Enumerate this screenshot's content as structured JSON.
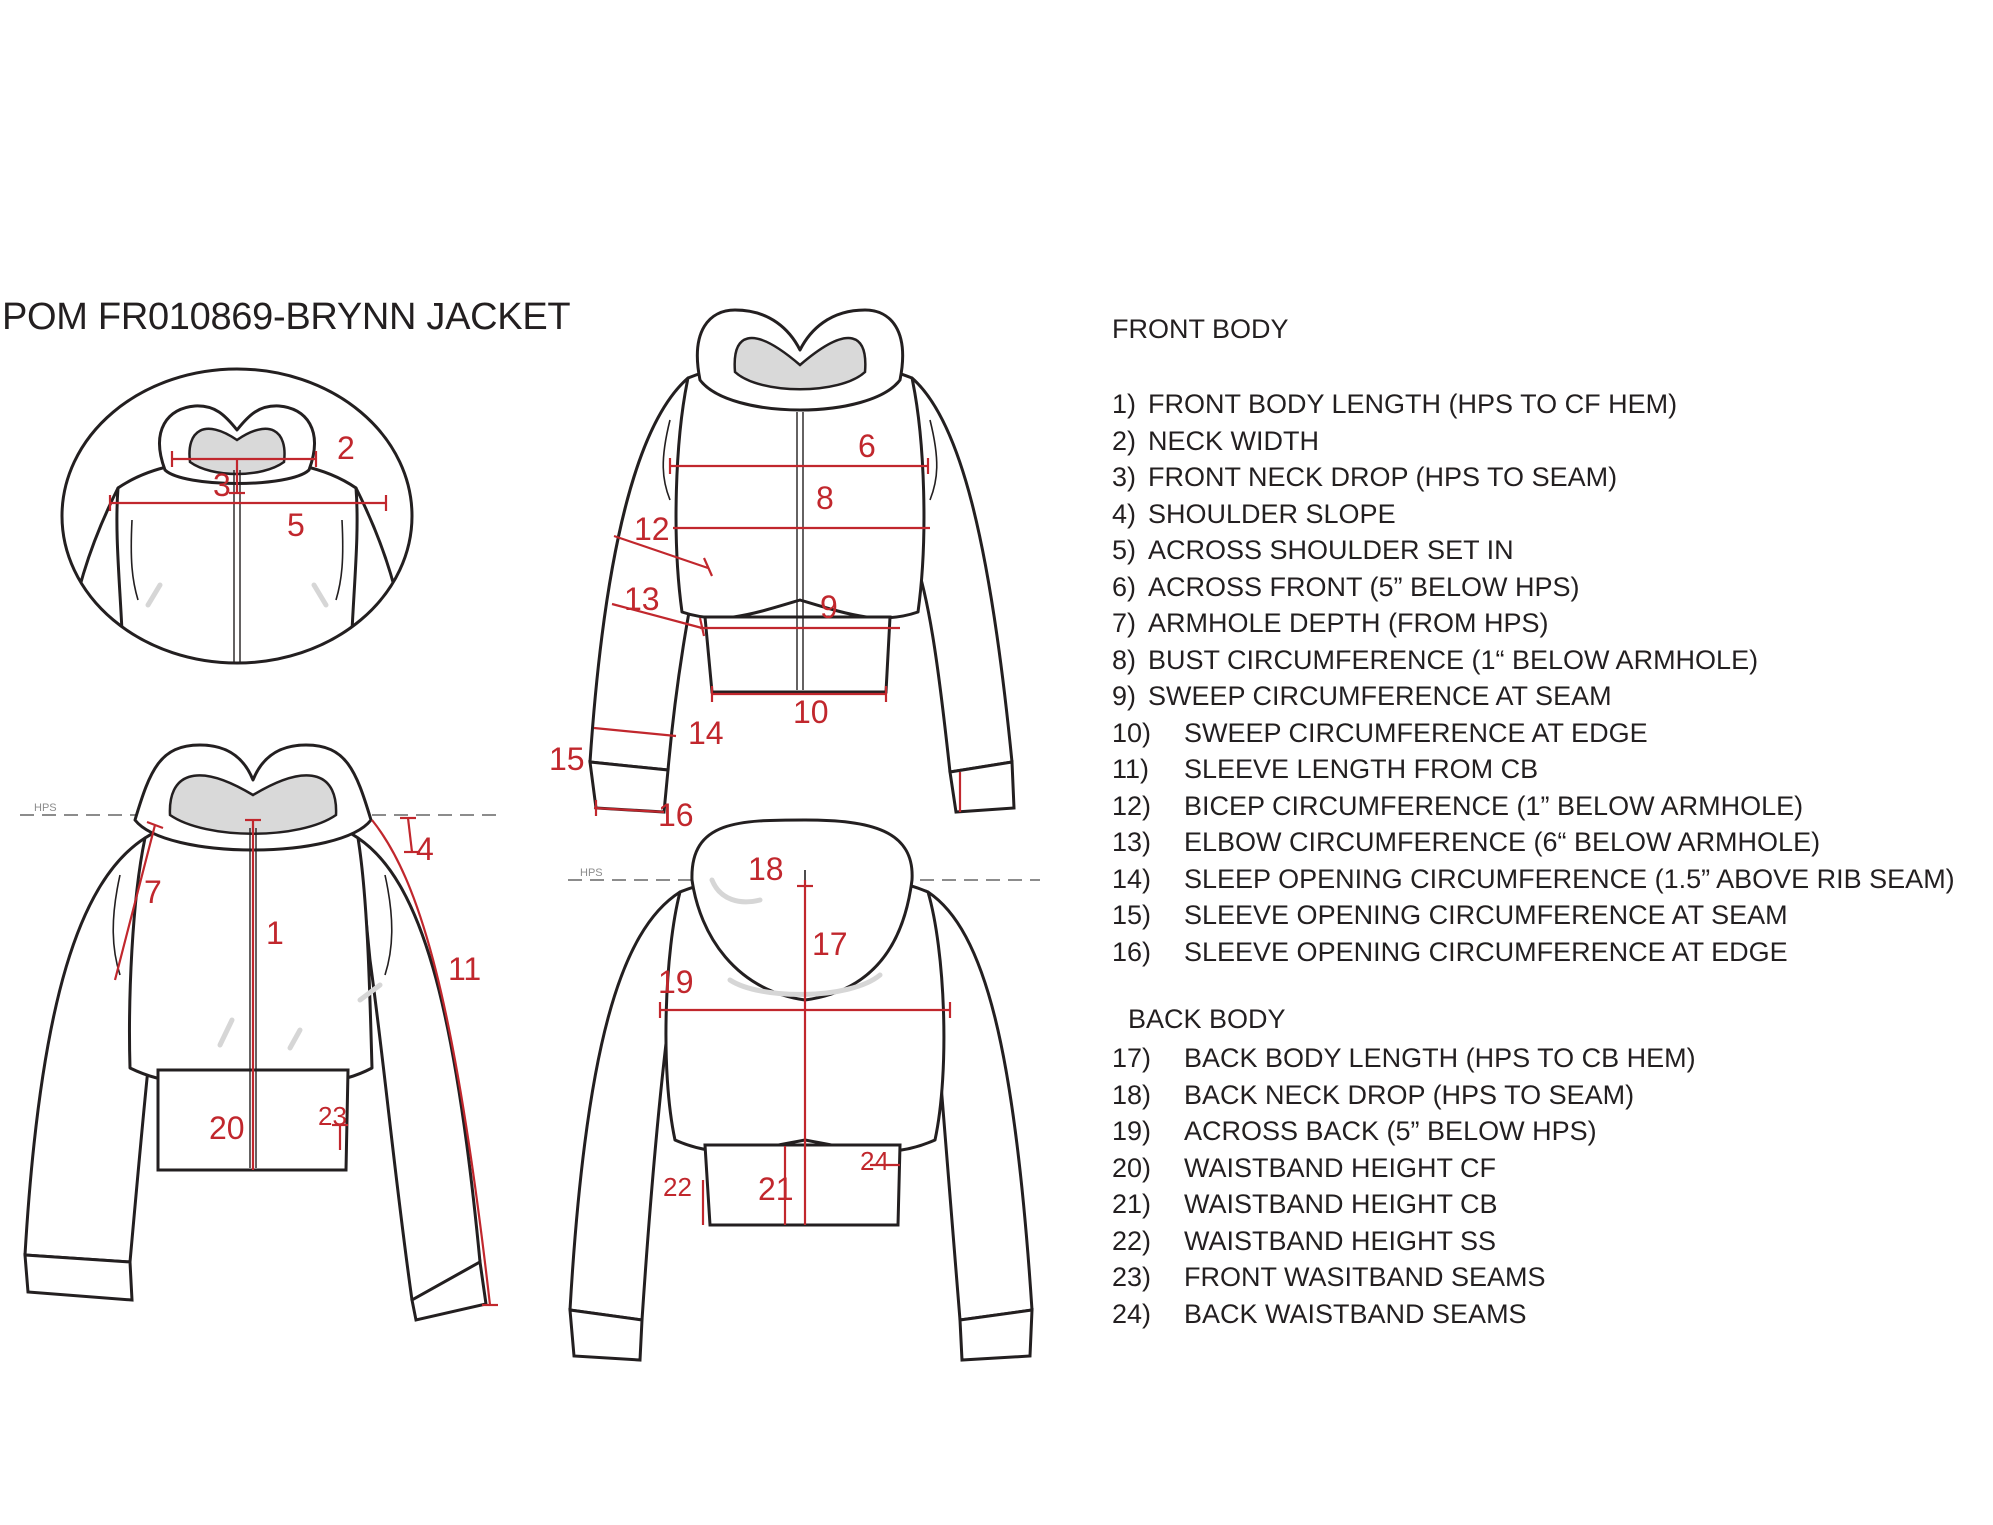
{
  "title": "POM FR010869-BRYNN JACKET",
  "hps_label": "HPS",
  "front_heading": "FRONT BODY",
  "back_heading": "BACK BODY",
  "front_items": [
    {
      "n": "1)",
      "text": "FRONT BODY LENGTH (HPS TO CF HEM)"
    },
    {
      "n": "2)",
      "text": "NECK WIDTH"
    },
    {
      "n": "3)",
      "text": "FRONT NECK DROP (HPS TO SEAM)"
    },
    {
      "n": "4)",
      "text": "SHOULDER SLOPE"
    },
    {
      "n": "5)",
      "text": "ACROSS SHOULDER SET IN"
    },
    {
      "n": "6)",
      "text": "ACROSS FRONT (5” BELOW HPS)"
    },
    {
      "n": "7)",
      "text": "ARMHOLE DEPTH (FROM HPS)"
    },
    {
      "n": "8)",
      "text": "BUST CIRCUMFERENCE  (1“ BELOW ARMHOLE)"
    },
    {
      "n": "9)",
      "text": "SWEEP CIRCUMFERENCE AT SEAM"
    },
    {
      "n": "10)",
      "text": "SWEEP CIRCUMFERENCE AT EDGE"
    },
    {
      "n": "11)",
      "text": "SLEEVE LENGTH FROM CB"
    },
    {
      "n": "12)",
      "text": "BICEP CIRCUMFERENCE (1” BELOW ARMHOLE)"
    },
    {
      "n": "13)",
      "text": "ELBOW CIRCUMFERENCE (6“ BELOW ARMHOLE)"
    },
    {
      "n": "14)",
      "text": "SLEEP OPENING CIRCUMFERENCE (1.5” ABOVE RIB SEAM)"
    },
    {
      "n": "15)",
      "text": "SLEEVE OPENING CIRCUMFERENCE AT SEAM"
    },
    {
      "n": "16)",
      "text": "SLEEVE OPENING CIRCUMFERENCE AT EDGE"
    }
  ],
  "back_items": [
    {
      "n": "17)",
      "text": "BACK BODY LENGTH (HPS TO CB HEM)"
    },
    {
      "n": "18)",
      "text": "BACK NECK DROP (HPS TO SEAM)"
    },
    {
      "n": "19)",
      "text": "ACROSS BACK (5” BELOW HPS)"
    },
    {
      "n": "20)",
      "text": "WAISTBAND HEIGHT CF"
    },
    {
      "n": "21)",
      "text": "WAISTBAND HEIGHT CB"
    },
    {
      "n": "22)",
      "text": "WAISTBAND HEIGHT SS"
    },
    {
      "n": "23)",
      "text": "FRONT WASITBAND SEAMS"
    },
    {
      "n": "24)",
      "text": "BACK WAISTBAND SEAMS"
    }
  ],
  "callouts": {
    "c1": "1",
    "c2": "2",
    "c3": "3",
    "c4": "4",
    "c5": "5",
    "c6": "6",
    "c7": "7",
    "c8": "8",
    "c9": "9",
    "c10": "10",
    "c11": "11",
    "c12": "12",
    "c13": "13",
    "c14": "14",
    "c15": "15",
    "c16": "16",
    "c17": "17",
    "c18": "18",
    "c19": "19",
    "c20": "20",
    "c21": "21",
    "c22": "22",
    "c23": "23",
    "c24": "24"
  },
  "colors": {
    "measure": "#c1272d",
    "line": "#231f20",
    "hood_lining": "#d9d9d9"
  }
}
